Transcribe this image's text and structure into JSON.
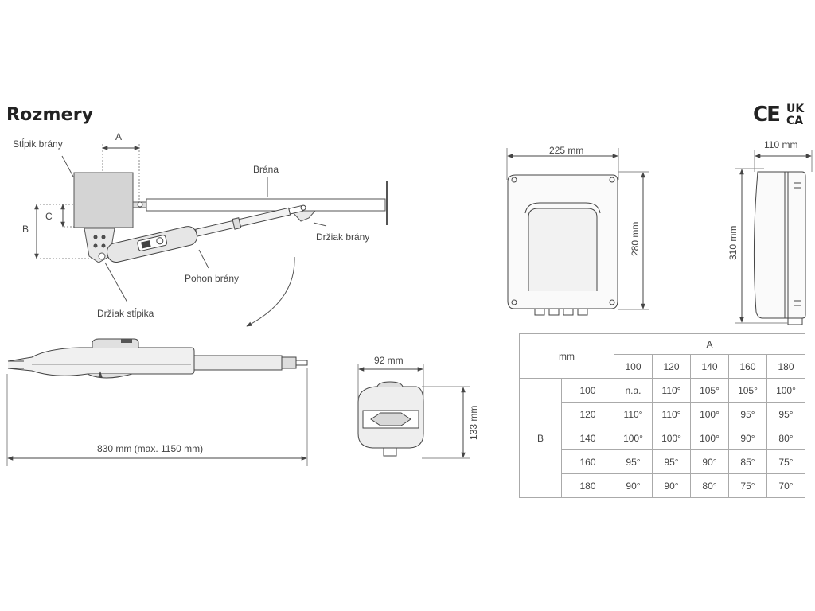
{
  "title": "Rozmery",
  "marks": {
    "ce": "CE",
    "ukca_line1": "UK",
    "ukca_line2": "CA"
  },
  "labels": {
    "dim_a": "A",
    "dim_b": "B",
    "dim_c": "C",
    "post": "Stĺpik brány",
    "gate": "Brána",
    "gate_bracket": "Držiak brány",
    "drive": "Pohon brány",
    "post_bracket": "Držiak stĺpika"
  },
  "dimensions": {
    "length": "830 mm (max. 1150 mm)",
    "width": "92 mm",
    "height": "133 mm",
    "box_width": "225 mm",
    "box_height": "280 mm",
    "side_depth": "110 mm",
    "side_height": "310 mm"
  },
  "table": {
    "corner": "mm",
    "a_header": "A",
    "b_header": "B",
    "a_values": [
      "100",
      "120",
      "140",
      "160",
      "180"
    ],
    "rows": [
      {
        "b": "100",
        "cells": [
          "n.a.",
          "110°",
          "105°",
          "105°",
          "100°"
        ]
      },
      {
        "b": "120",
        "cells": [
          "110°",
          "110°",
          "100°",
          "95°",
          "95°"
        ]
      },
      {
        "b": "140",
        "cells": [
          "100°",
          "100°",
          "100°",
          "90°",
          "80°"
        ]
      },
      {
        "b": "160",
        "cells": [
          "95°",
          "95°",
          "90°",
          "85°",
          "75°"
        ]
      },
      {
        "b": "180",
        "cells": [
          "90°",
          "90°",
          "80°",
          "75°",
          "70°"
        ]
      }
    ]
  }
}
